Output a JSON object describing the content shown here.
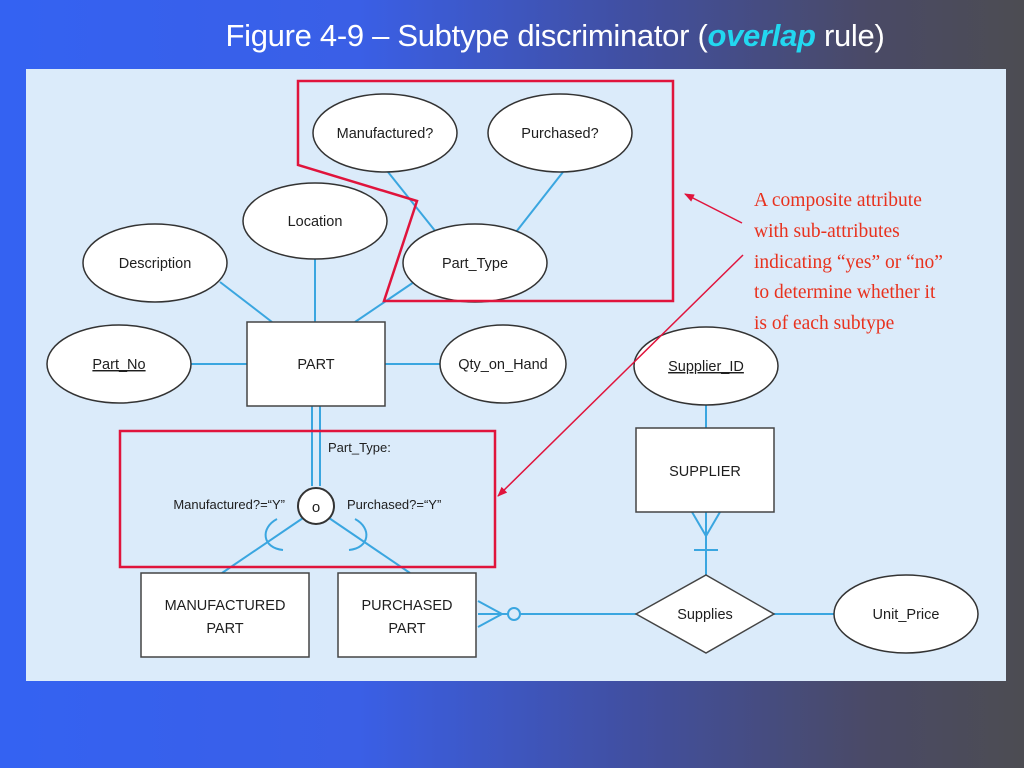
{
  "title": {
    "prefix": "Figure 4-9 –  Subtype discriminator (",
    "emphasis": "overlap",
    "suffix": " rule)"
  },
  "colors": {
    "panel_bg": "#dbebfa",
    "connector": "#3aa6e0",
    "highlight_red": "#e0143c",
    "annotation_text": "#e8321e",
    "title_emphasis": "#22d8f0"
  },
  "entities": {
    "part": "PART",
    "manufactured_part": [
      "MANUFACTURED",
      "PART"
    ],
    "purchased_part": [
      "PURCHASED",
      "PART"
    ],
    "supplier": "SUPPLIER"
  },
  "attributes": {
    "manufactured": "Manufactured?",
    "purchased": "Purchased?",
    "location": "Location",
    "description": "Description",
    "part_type": "Part_Type",
    "part_no": "Part_No",
    "qty_on_hand": "Qty_on_Hand",
    "supplier_id": "Supplier_ID",
    "unit_price": "Unit_Price"
  },
  "relationship": {
    "supplies": "Supplies"
  },
  "subtype": {
    "discriminator_label": "Part_Type:",
    "overlap_symbol": "o",
    "manufactured_condition": "Manufactured?=“Y”",
    "purchased_condition": "Purchased?=“Y”"
  },
  "annotation": {
    "lines": [
      "A composite attribute",
      "with sub-attributes",
      "indicating “yes” or “no”",
      "to determine whether it",
      "is of each subtype"
    ]
  }
}
